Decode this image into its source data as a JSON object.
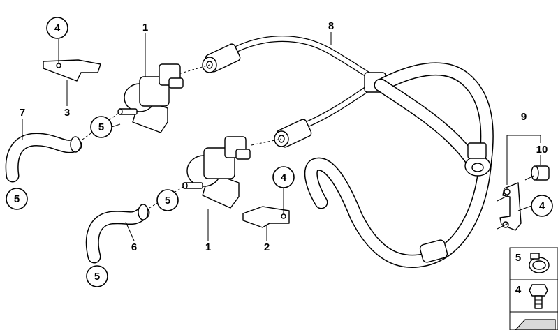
{
  "callouts": {
    "valve_top": "1",
    "valve_bottom": "1",
    "bracket_bottom": "2",
    "bracket_top": "3",
    "bolt_top": "4",
    "bolt_bottom": "4",
    "bolt_right": "4",
    "clamp_upper": "5",
    "clamp_left": "5",
    "clamp_lower_mid": "5",
    "clamp_lower_left": "5",
    "hose_lower": "6",
    "hose_upper": "7",
    "hose_main": "8",
    "bracket_assembly": "9",
    "cap": "10"
  },
  "legend": {
    "clamp": "5",
    "bolt": "4"
  }
}
